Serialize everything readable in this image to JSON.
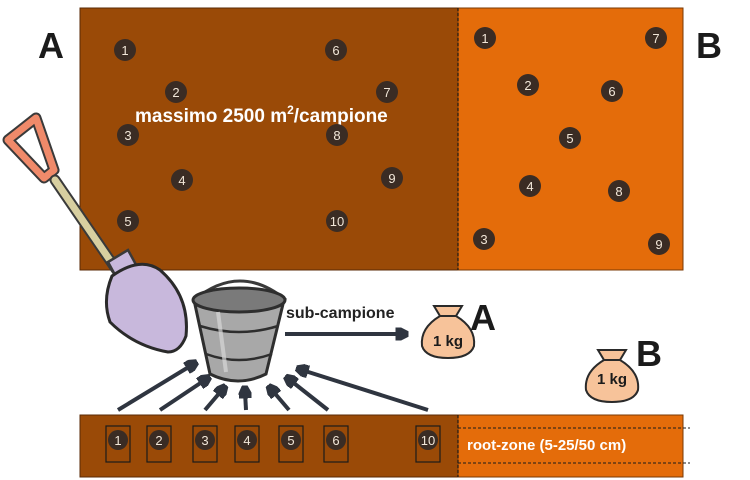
{
  "labels": {
    "field_a": "A",
    "field_b": "B",
    "area_caption_main": "massimo 2500 m",
    "area_caption_sup": "2",
    "area_caption_tail": "/campione",
    "subsample": "sub-campione",
    "bag_a_letter": "A",
    "bag_b_letter": "B",
    "bag_weight": "1 kg",
    "root_zone": "root-zone (5-25/50 cm)"
  },
  "colors": {
    "field_a": "#9a4a07",
    "field_b": "#e46c0a",
    "point": "#3a2c24",
    "bag": "#f7c39a",
    "shovel_blade": "#c8b8dc",
    "shovel_handle": "#f08a6a",
    "bucket": "#a8a8a8"
  },
  "field_a_points": [
    "1",
    "2",
    "3",
    "4",
    "5",
    "6",
    "7",
    "8",
    "9",
    "10"
  ],
  "field_b_points": [
    "1",
    "2",
    "3",
    "4",
    "5",
    "6",
    "7",
    "8",
    "9"
  ],
  "core_points": [
    "1",
    "2",
    "3",
    "4",
    "5",
    "6",
    "10"
  ],
  "icons": [
    "shovel-icon",
    "bucket-icon",
    "soil-bag-icon"
  ]
}
